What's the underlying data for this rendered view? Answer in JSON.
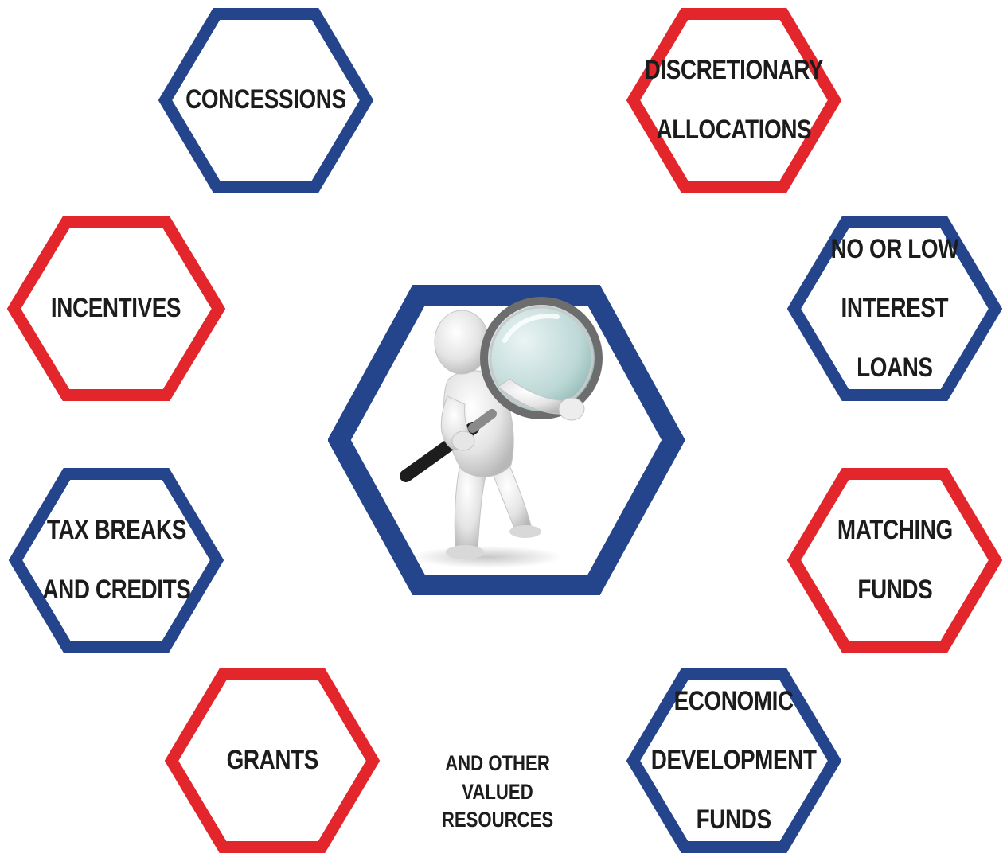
{
  "colors": {
    "blue": "#24448c",
    "red": "#e2262b",
    "text": "#1c1c1c"
  },
  "hexagons": [
    {
      "id": "concessions",
      "color": "blue",
      "lines": [
        "CONCESSIONS"
      ]
    },
    {
      "id": "discretionary-allocations",
      "color": "red",
      "lines": [
        "DISCRETIONARY",
        "ALLOCATIONS"
      ]
    },
    {
      "id": "incentives",
      "color": "red",
      "lines": [
        "INCENTIVES"
      ]
    },
    {
      "id": "no-or-low-interest-loans",
      "color": "blue",
      "lines": [
        "NO OR LOW",
        "INTEREST",
        "LOANS"
      ]
    },
    {
      "id": "tax-breaks-and-credits",
      "color": "blue",
      "lines": [
        "TAX BREAKS",
        "AND CREDITS"
      ]
    },
    {
      "id": "matching-funds",
      "color": "red",
      "lines": [
        "MATCHING",
        "FUNDS"
      ]
    },
    {
      "id": "grants",
      "color": "red",
      "lines": [
        "GRANTS"
      ]
    },
    {
      "id": "economic-development-funds",
      "color": "blue",
      "lines": [
        "ECONOMIC",
        "DEVELOPMENT",
        "FUNDS"
      ]
    }
  ],
  "center": {
    "color": "blue",
    "image": "person-with-magnifying-glass"
  },
  "footer_note": {
    "lines": [
      "AND OTHER",
      "VALUED RESOURCES"
    ]
  }
}
